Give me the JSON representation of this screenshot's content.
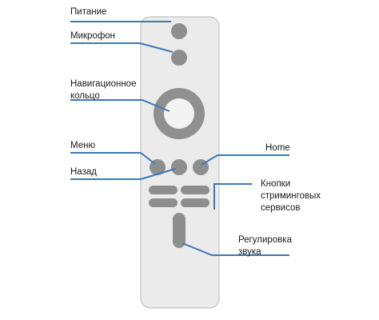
{
  "title": "",
  "labels": {
    "power": "Питание",
    "microphone": "Микрофон",
    "nav_ring": "Навигационное\nкольцо",
    "menu": "Меню",
    "back": "Назад",
    "home": "Home",
    "streaming": "Кнопки\nстриминговых\nсервисов",
    "volume": "Регулировка\nзвука"
  },
  "colors": {
    "remote_body": "#ebebeb",
    "remote_outline": "#c4c4c4",
    "button": "#8e8e8e",
    "button_ring": "#909090",
    "ring_center": "#f3f3f3",
    "leader_line": "#3d78b8",
    "text": "#1a1a1a"
  }
}
